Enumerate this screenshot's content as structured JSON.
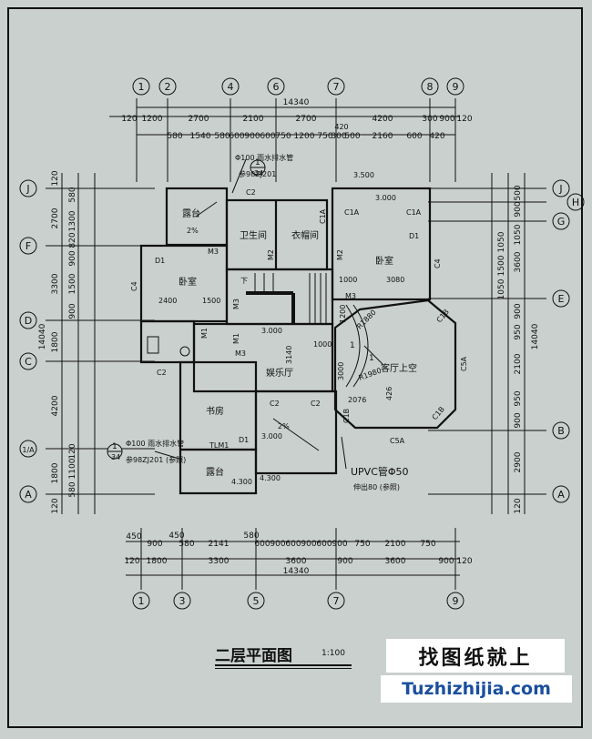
{
  "drawing": {
    "title": "二层平面图",
    "scale": "1:100",
    "watermark_cn": "找图纸就上",
    "watermark_url": "Tuzhizhijia.com"
  },
  "axes": {
    "top": [
      "1",
      "2",
      "4",
      "6",
      "7",
      "8",
      "9"
    ],
    "bottom": [
      "1",
      "3",
      "5",
      "7",
      "9"
    ],
    "left": [
      "J",
      "F",
      "D",
      "C",
      "1/A",
      "A"
    ],
    "right": [
      "J",
      "H",
      "G",
      "E",
      "B",
      "A"
    ]
  },
  "dims": {
    "top_total": "14340",
    "top_row1": [
      "120",
      "1200",
      "2700",
      "2100",
      "2700",
      "4200",
      "300",
      "900",
      "120"
    ],
    "top_row2": [
      "580",
      "1540",
      "580",
      "600",
      "900",
      "600",
      "750",
      "1200",
      "750",
      "300",
      "500",
      "2160",
      "600",
      "420"
    ],
    "top_mid": "420",
    "bottom_total": "14340",
    "bottom_row1": [
      "120",
      "1800",
      "3300",
      "3600",
      "900",
      "3600",
      "900",
      "120"
    ],
    "bottom_row2": [
      "450",
      "900",
      "580",
      "2141",
      "600",
      "900",
      "600",
      "900",
      "600",
      "900",
      "750",
      "2100",
      "750"
    ],
    "bottom_extra": [
      "450",
      "580"
    ],
    "left_total": "14040",
    "left_row1": [
      "120",
      "2700",
      "3300",
      "1800",
      "4200",
      "1800",
      "120"
    ],
    "left_row2": [
      "580",
      "1300",
      "820",
      "900",
      "1500",
      "900",
      "120",
      "1100",
      "580"
    ],
    "right_total": "14040",
    "right_row1": [
      "500",
      "900",
      "1050",
      "3600",
      "900",
      "950",
      "2100",
      "950",
      "900",
      "2900",
      "120"
    ],
    "right_row2": [
      "1050",
      "1500",
      "1050"
    ]
  },
  "rooms": {
    "balcony_top": "露台",
    "bath": "卫生间",
    "closet": "衣帽间",
    "bedroom_left": "卧室",
    "bedroom_right": "卧室",
    "family_hall": "娱乐厅",
    "study": "书房",
    "balcony_bottom": "露台",
    "void": "客厅上空"
  },
  "labels": {
    "pipe_top": "Φ100 雨水排水管",
    "pipe_top_ref": "参98ZJ201",
    "detail_top": "1",
    "detail_top_sheet": "34",
    "pipe_bot": "Φ100 雨水排水管",
    "pipe_bot_ref": "参98ZJ201",
    "pipe_bot_note": "(参照)",
    "detail_bot": "1",
    "detail_bot_sheet": "34",
    "slope1": "2%",
    "slope2": "2%",
    "elev_3500": "3.500",
    "elev_3000_a": "3.000",
    "elev_3000_b": "3.000",
    "elev_3000_c": "3.000",
    "elev_4300_a": "4.300",
    "elev_4300_b": "4.300",
    "upvc": "UPVC管Φ50",
    "upvc_note": "伸出80 (参照)",
    "door_c2_a": "C2",
    "door_c2_b": "C2",
    "door_c2_c": "C2",
    "door_c2_d": "C2",
    "door_c1a_a": "C1A",
    "door_c1a_b": "C1A",
    "door_c1a_c": "C1A",
    "door_m2_a": "M2",
    "door_m2_b": "M2",
    "door_m3_a": "M3",
    "door_m3_b": "M3",
    "door_m3_c": "M3",
    "door_m3_d": "M3",
    "door_m1_a": "M1",
    "door_m1_b": "M1",
    "door_d1_a": "D1",
    "door_d1_b": "D1",
    "door_d1_c": "D1",
    "c4_a": "C4",
    "c4_b": "C4",
    "c1b_a": "C1B",
    "c1b_b": "C1B",
    "c1b_c": "C1B",
    "c5a_a": "C5A",
    "c5a_b": "C5A",
    "tlm1": "TLM1",
    "dim_2400": "2400",
    "dim_1500": "1500",
    "dim_3080": "3080",
    "dim_1000_a": "1000",
    "dim_1000_b": "1000",
    "dim_3140": "3140",
    "dim_3000v": "3000",
    "dim_2076": "2076",
    "dim_426": "426",
    "dim_1200": "1200",
    "r1880": "R1880",
    "r1980": "R1980",
    "stair_down": "下",
    "arrow1": "1",
    "arrow2": "1"
  }
}
